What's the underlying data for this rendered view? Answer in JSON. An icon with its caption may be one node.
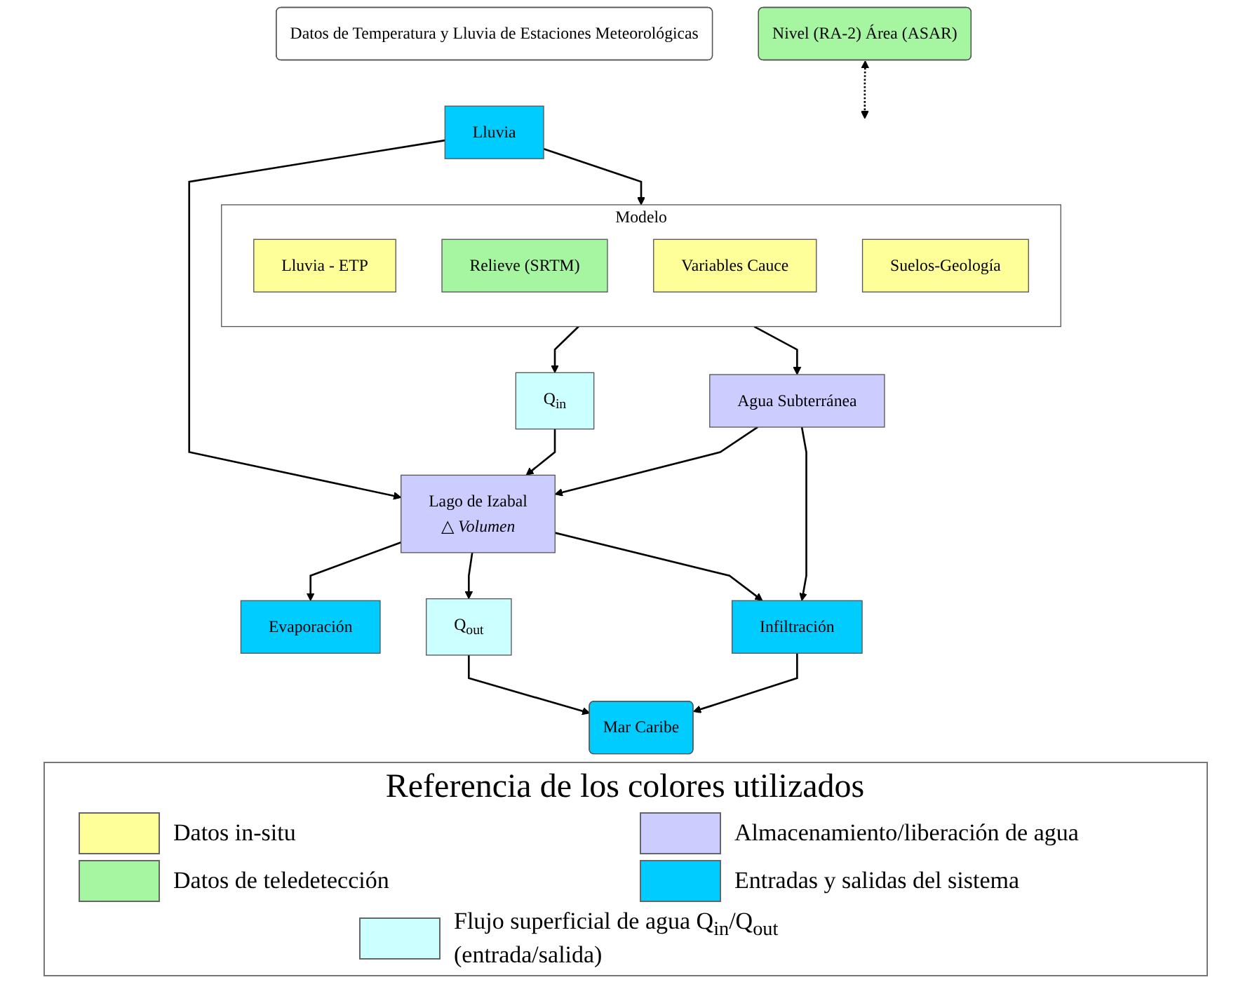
{
  "diagram": {
    "nodes": [
      {
        "text": [
          "Datos de Temperatura y Lluvia de Estaciones Meteorológicas"
        ]
      },
      {
        "text": [
          "Lluvia"
        ]
      },
      {
        "text": [
          "Evaporación"
        ]
      },
      {
        "text": [
          "Modelo"
        ]
      },
      {
        "text": [
          "Lluvia - ETP"
        ],
        "in": 3
      },
      {
        "text": [
          "Relieve (SRTM)"
        ],
        "in": 3
      },
      {
        "text": [
          "Variables Cauce"
        ],
        "in": 3
      },
      {
        "text": [
          "Suelos-Geología"
        ],
        "in": 3
      },
      {
        "text": [
          "Q$_{in}$"
        ]
      },
      {
        "text": [
          "Lago de Izabal",
          "△ *Volumen*"
        ]
      },
      {
        "text": [
          "Nivel (RA-2) Área (ASAR)"
        ]
      },
      {
        "text": [
          "Q$_{out}$"
        ]
      },
      {
        "text": [
          "Mar Caribe"
        ]
      },
      {
        "text": [
          "Agua Subterránea"
        ]
      },
      {
        "text": [
          "Infiltración"
        ]
      }
    ],
    "edges": [
      {
        "from": 1,
        "to": 3,
        "arrow": "to"
      },
      {
        "from": 1,
        "to": 9,
        "arrow": "to"
      },
      {
        "from": 9,
        "to": 2,
        "arrow": "to"
      },
      {
        "from": 3,
        "to": 8,
        "arrow": "to"
      },
      {
        "from": 8,
        "to": 9,
        "arrow": "to"
      },
      {
        "from": 3,
        "to": 13,
        "arrow": "to"
      },
      {
        "from": 13,
        "to": 9,
        "arrow": "to"
      },
      {
        "from": 9,
        "to": 11,
        "arrow": "to"
      },
      {
        "from": 9,
        "to": 14,
        "arrow": "to"
      },
      {
        "from": 11,
        "to": 12,
        "arrow": "to"
      },
      {
        "from": 14,
        "to": 12,
        "arrow": "to"
      },
      {
        "from": 13,
        "to": 14,
        "arrow": "to"
      },
      {
        "from": 10,
        "to": null,
        "arrow": "both",
        "style": "dashed"
      }
    ],
    "labels": [
      "Referencia de los colores utilizados"
    ],
    "legend": [
      {
        "text": "Datos in-situ",
        "color": "#ffff99"
      },
      {
        "text": "Almacenamiento/liberación de agua",
        "color": "#ccccff"
      },
      {
        "text": "Datos de teledetección",
        "color": "#a6f5a0"
      },
      {
        "text": "Entradas y salidas del sistema",
        "color": "#00ccff"
      },
      {
        "text": "Flujo superficial de agua Q$_{in}$/Q$_{out}$ (entrada/salida)",
        "color": "#ccffff"
      }
    ]
  }
}
